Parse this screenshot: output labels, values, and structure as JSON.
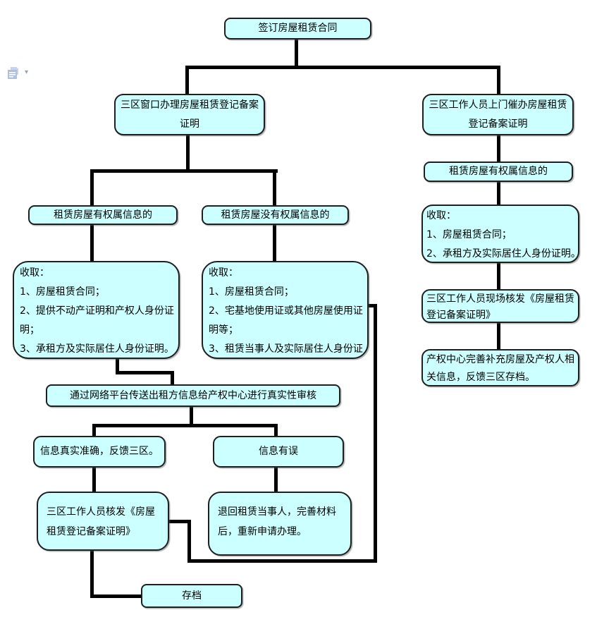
{
  "colors": {
    "node_fill": "#ccffff",
    "node_border": "#1f1f1f",
    "connector": "#000000",
    "background": "#ffffff",
    "paste_icon_blue": "#b7c4e0"
  },
  "editor": {
    "paste_options_icon": "paste-options-icon",
    "dropdown_caret": "▾"
  },
  "flowchart": {
    "sign_contract": {
      "label": "签订房屋租赁合同"
    },
    "window_apply": {
      "lines": [
        "三区窗口办理房屋租赁登记备案",
        "证明"
      ]
    },
    "door_urge": {
      "lines": [
        "三区工作人员上门催办房屋租赁",
        "登记备案证明"
      ]
    },
    "left_has_ownership": {
      "label": "租赁房屋有权属信息的"
    },
    "mid_no_ownership": {
      "label": "租赁房屋没有权属信息的"
    },
    "right_has_ownership": {
      "label": "租赁房屋有权属信息的"
    },
    "left_collect": {
      "lines": [
        "收取：",
        "1、房屋租赁合同；",
        "2、提供不动产证明和产权人身份证",
        "明；",
        "3、承租方及实际居住人身份证明。"
      ]
    },
    "mid_collect": {
      "lines": [
        "收取：",
        "1、房屋租赁合同；",
        "2、宅基地使用证或其他房屋使用证",
        "明等；",
        "3、租赁当事人及实际居住人身份证"
      ]
    },
    "right_collect": {
      "lines": [
        "收取：",
        "1、房屋租赁合同；",
        "2、承租方及实际居住人身份证明。"
      ]
    },
    "right_issue": {
      "lines": [
        "三区工作人员现场核发《房屋租赁",
        "登记备案证明》"
      ]
    },
    "right_supplement": {
      "lines": [
        "产权中心完善补充房屋及产权人相",
        "关信息，反馈三区存档。"
      ]
    },
    "platform_check": {
      "label": "通过网络平台传送出租方信息给产权中心进行真实性审核"
    },
    "info_correct": {
      "label": "信息真实准确，反馈三区。"
    },
    "info_error": {
      "label": "信息有误"
    },
    "issue_cert": {
      "lines": [
        "三区工作人员核发《房屋",
        "租赁登记备案证明》"
      ]
    },
    "return_redo": {
      "lines": [
        "退回租赁当事人，完善材料",
        "后，重新申请办理。"
      ]
    },
    "archive": {
      "label": "存档"
    }
  }
}
